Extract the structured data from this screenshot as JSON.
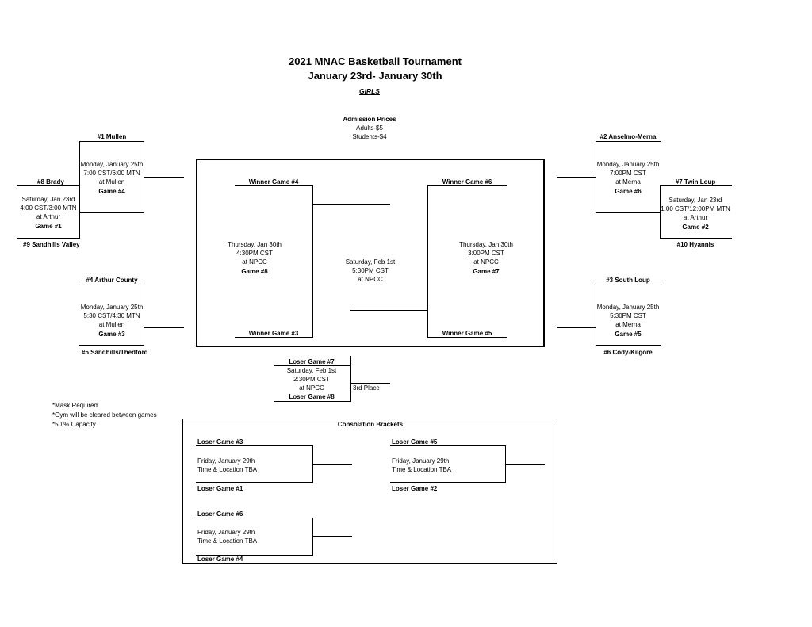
{
  "header": {
    "title_line1": "2021 MNAC Basketball Tournament",
    "title_line2": "January 23rd- January 30th",
    "division": "GIRLS",
    "admission_title": "Admission Prices",
    "admission_adults": "Adults-$5",
    "admission_students": "Students-$4"
  },
  "left": {
    "seed1": "#1 Mullen",
    "game4": {
      "line1": "Monday, January 25th",
      "line2": "7:00 CST/6:00 MTN",
      "line3": "at Mullen",
      "game": "Game #4"
    },
    "seed8": "#8 Brady",
    "game1": {
      "line1": "Saturday, Jan 23rd",
      "line2": "4:00 CST/3:00 MTN",
      "line3": "at Arthur",
      "game": "Game #1"
    },
    "seed9": "#9 Sandhills Valley",
    "seed4": "#4 Arthur County",
    "game3": {
      "line1": "Monday, January 25th",
      "line2": "5:30 CST/4:30 MTN",
      "line3": "at Mullen",
      "game": "Game #3"
    },
    "seed5": "#5 Sandhills/Thedford"
  },
  "right": {
    "seed2": "#2 Anselmo-Merna",
    "game6": {
      "line1": "Monday, January 25th",
      "line2": "7:00PM CST",
      "line3": "at Merna",
      "game": "Game #6"
    },
    "seed7": "#7 Twin Loup",
    "game2": {
      "line1": "Saturday, Jan 23rd",
      "line2": "1:00 CST/12:00PM MTN",
      "line3": "at Arthur",
      "game": "Game #2"
    },
    "seed10": "#10 Hyannis",
    "seed3": "#3 South Loup",
    "game5": {
      "line1": "Monday, January 25th",
      "line2": "5:30PM CST",
      "line3": "at Merna",
      "game": "Game #5"
    },
    "seed6": "#6 Cody-Kilgore"
  },
  "center": {
    "wg4": "Winner Game #4",
    "wg3": "Winner Game #3",
    "game8": {
      "line1": "Thursday, Jan 30th",
      "line2": "4:30PM CST",
      "line3": "at NPCC",
      "game": "Game #8"
    },
    "wg6": "Winner Game #6",
    "wg5": "Winner Game #5",
    "game7": {
      "line1": "Thursday, Jan 30th",
      "line2": "3:00PM CST",
      "line3": "at NPCC",
      "game": "Game #7"
    },
    "final": {
      "line1": "Saturday, Feb 1st",
      "line2": "5:30PM CST",
      "line3": "at NPCC"
    }
  },
  "third_place": {
    "lg7": "Loser Game #7",
    "line1": "Saturday, Feb 1st",
    "line2": "2:30PM CST",
    "line3": "at NPCC",
    "lg8": "Loser Game #8",
    "label": "3rd Place"
  },
  "notes": [
    "*Mask Required",
    "*Gym will be cleared between games",
    "*50 % Capacity"
  ],
  "consolation": {
    "title": "Consolation Brackets",
    "a": {
      "top": "Loser Game #3",
      "line1": "Friday, January 29th",
      "line2": "Time & Location TBA",
      "bottom": "Loser Game #1"
    },
    "b": {
      "top": "Loser Game #5",
      "line1": "Friday, January 29th",
      "line2": "Time & Location TBA",
      "bottom": "Loser Game #2"
    },
    "c": {
      "top": "Loser Game #6",
      "line1": "Friday, January 29th",
      "line2": "Time & Location TBA",
      "bottom": "Loser Game #4"
    }
  }
}
